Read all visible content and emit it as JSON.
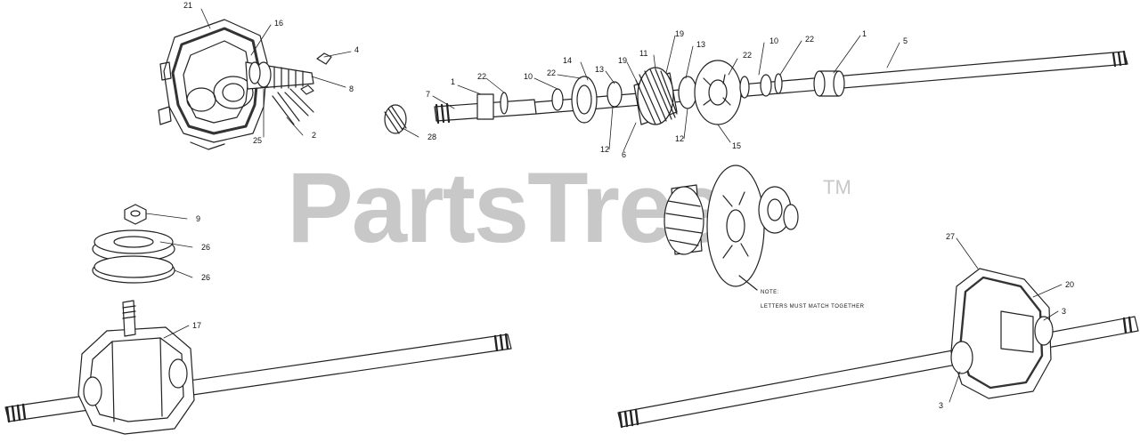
{
  "watermark": {
    "brand": "PartsTree",
    "trademark": "TM"
  },
  "note": {
    "line1": "NOTE:",
    "line2": "LETTERS MUST MATCH TOGETHER"
  },
  "callouts": [
    {
      "id": "c21",
      "label": "21"
    },
    {
      "id": "c16",
      "label": "16"
    },
    {
      "id": "c4",
      "label": "4"
    },
    {
      "id": "c8",
      "label": "8"
    },
    {
      "id": "c25",
      "label": "25"
    },
    {
      "id": "c2",
      "label": "2"
    },
    {
      "id": "c7",
      "label": "7"
    },
    {
      "id": "c1a",
      "label": "1"
    },
    {
      "id": "c22a",
      "label": "22"
    },
    {
      "id": "c10a",
      "label": "10"
    },
    {
      "id": "c22b",
      "label": "22"
    },
    {
      "id": "c14",
      "label": "14"
    },
    {
      "id": "c13a",
      "label": "13"
    },
    {
      "id": "c19a",
      "label": "19"
    },
    {
      "id": "c11",
      "label": "11"
    },
    {
      "id": "c19b",
      "label": "19"
    },
    {
      "id": "c13b",
      "label": "13"
    },
    {
      "id": "c22c",
      "label": "22"
    },
    {
      "id": "c10b",
      "label": "10"
    },
    {
      "id": "c22d",
      "label": "22"
    },
    {
      "id": "c1b",
      "label": "1"
    },
    {
      "id": "c5",
      "label": "5"
    },
    {
      "id": "c28",
      "label": "28"
    },
    {
      "id": "c12a",
      "label": "12"
    },
    {
      "id": "c6",
      "label": "6"
    },
    {
      "id": "c12b",
      "label": "12"
    },
    {
      "id": "c15",
      "label": "15"
    },
    {
      "id": "c9",
      "label": "9"
    },
    {
      "id": "c26a",
      "label": "26"
    },
    {
      "id": "c26b",
      "label": "26"
    },
    {
      "id": "c17",
      "label": "17"
    },
    {
      "id": "c27",
      "label": "27"
    },
    {
      "id": "c20",
      "label": "20"
    },
    {
      "id": "c3a",
      "label": "3"
    },
    {
      "id": "c3b",
      "label": "3"
    }
  ]
}
